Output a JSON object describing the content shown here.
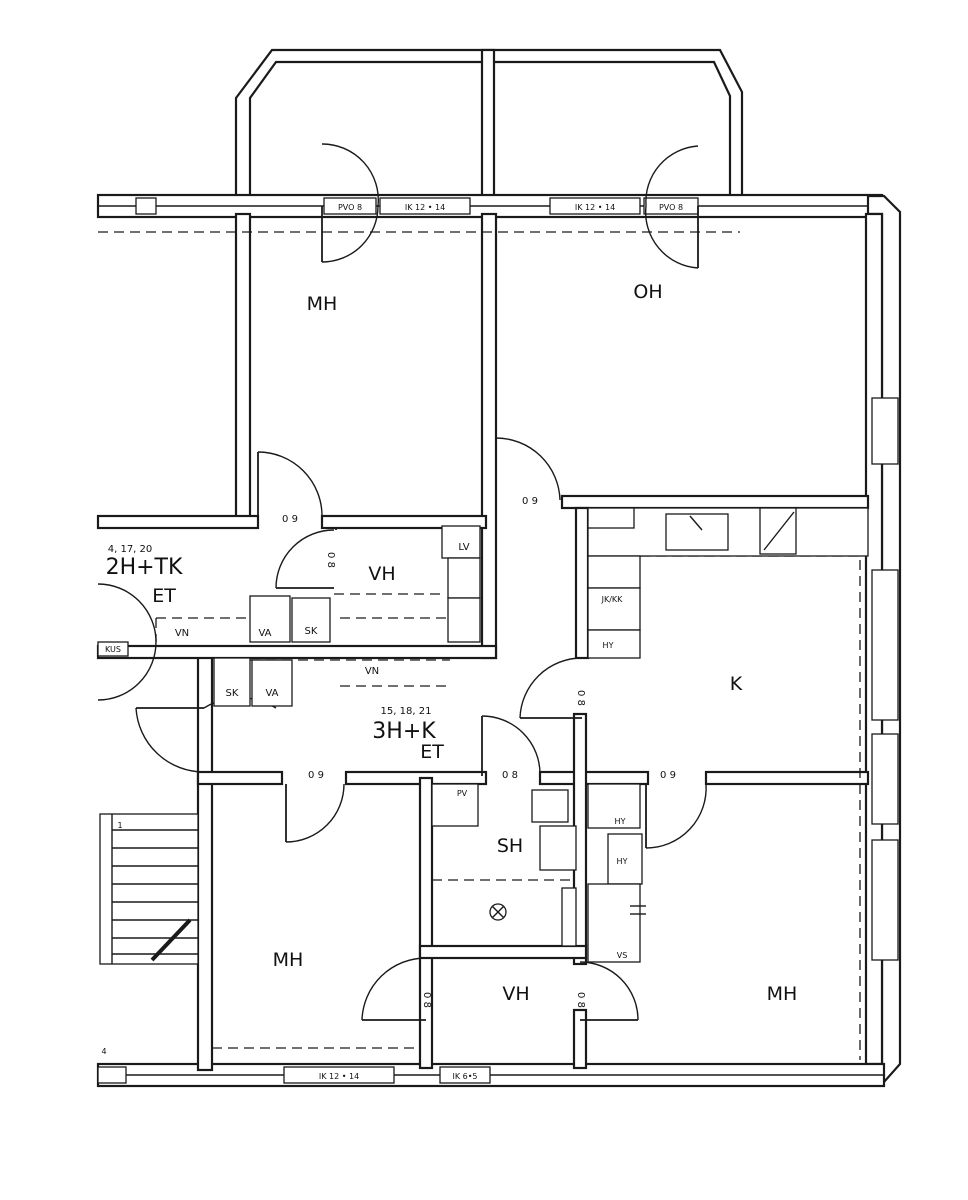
{
  "rooms": {
    "mh_top": "MH",
    "oh": "OH",
    "vh_upper": "VH",
    "k": "K",
    "sh": "SH",
    "mh_bottom_left": "MH",
    "vh_lower": "VH",
    "mh_bottom_right": "MH",
    "et_left": "ET",
    "et_center": "ET"
  },
  "apartments": {
    "left_type": "2H+TK",
    "left_numbers": "4, 17, 20",
    "center_type": "3H+K",
    "center_numbers": "15, 18, 21"
  },
  "door_widths": {
    "d_mh_top": "0 9",
    "d_oh": "0 9",
    "d_vh_upper": "0 8",
    "d_center_left": "0 9",
    "d_center_sh": "0 8",
    "d_center_right": "0 9",
    "d_k": "0 8",
    "d_vh_lower_left": "0 8",
    "d_vh_lower_right": "0 8"
  },
  "fixtures": {
    "lv": "LV",
    "va_upper": "VA",
    "sk_upper": "SK",
    "vn_upper": "VN",
    "vn_center": "VN",
    "sk_lower": "SK",
    "va_lower": "VA",
    "kjkk": "JK/KK",
    "hy_k": "HY",
    "pv": "PV",
    "hy_lower_1": "HY",
    "hy_lower_2": "HY",
    "vs": "VS"
  },
  "window_labels": {
    "w_top_1": "PVO 8",
    "w_top_2": "IK 12 • 14",
    "w_top_3": "IK 12 • 14",
    "w_top_4": "PVO 8",
    "w_bottom_1": "IK 12 • 14",
    "w_bottom_2": "IK 6•5",
    "w_left": "KUS"
  },
  "stair_label": "1",
  "corner_number": "4"
}
